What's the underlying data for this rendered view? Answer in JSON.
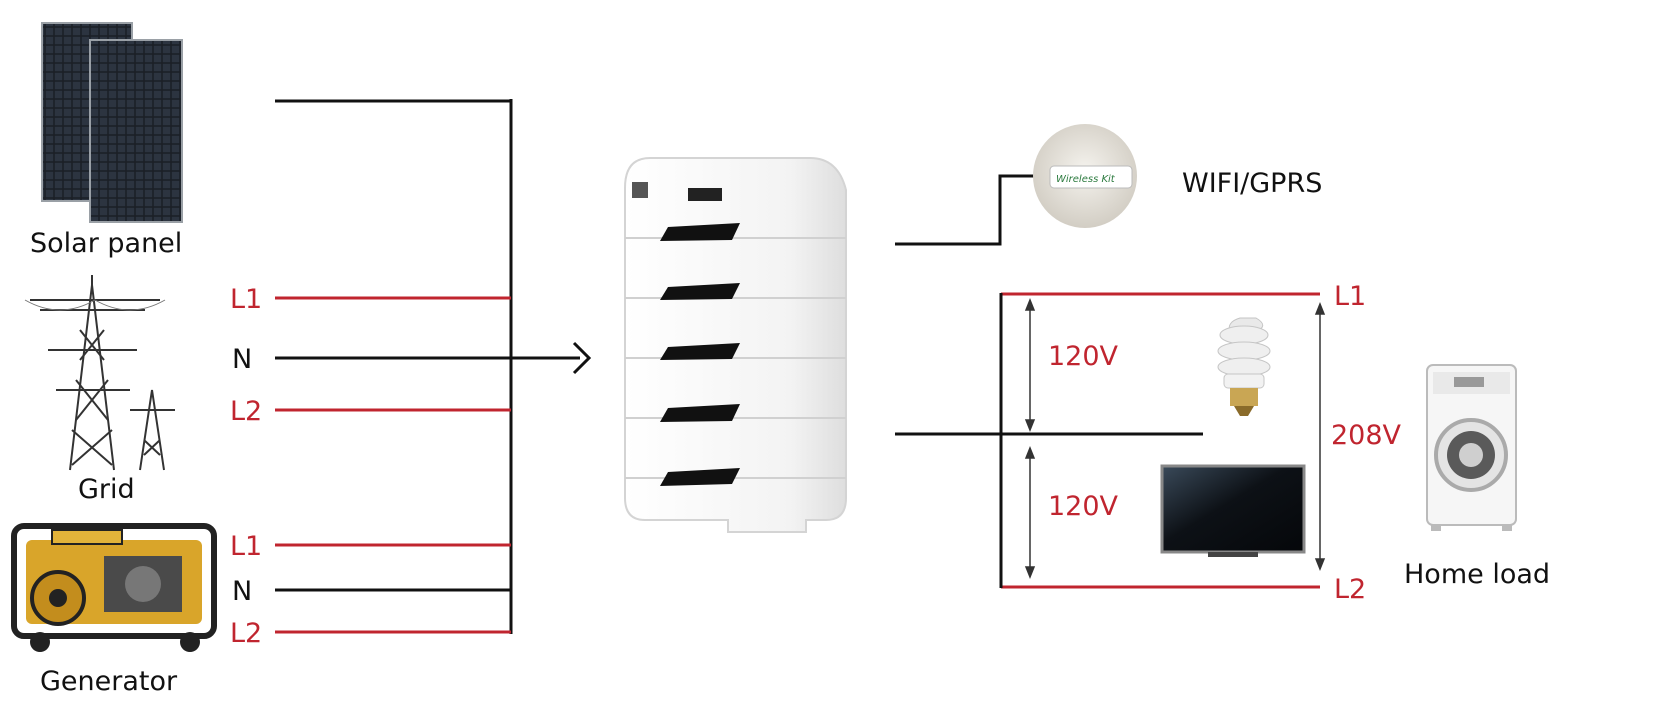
{
  "sources": {
    "solar": {
      "label": "Solar panel",
      "icon": "solar-panel-icon"
    },
    "grid": {
      "label": "Grid",
      "icon": "transmission-tower-icon",
      "lines": [
        "L1",
        "N",
        "L2"
      ]
    },
    "generator": {
      "label": "Generator",
      "icon": "generator-icon",
      "lines": [
        "L1",
        "N",
        "L2"
      ]
    }
  },
  "system": {
    "icon": "stacked-battery-inverter-icon"
  },
  "wireless": {
    "label": "WIFI/GPRS",
    "device_text": "Wireless Kit",
    "icon": "wireless-dongle-icon"
  },
  "load": {
    "label": "Home load",
    "line_top": "L1",
    "line_bottom": "L2",
    "voltage_top": "120V",
    "voltage_bottom": "120V",
    "voltage_total": "208V",
    "icons": [
      "light-bulb-icon",
      "television-icon",
      "washing-machine-icon"
    ]
  },
  "colors": {
    "phase": "#c0252f",
    "neutral": "#111111",
    "device_body": "#f4f4f4"
  }
}
